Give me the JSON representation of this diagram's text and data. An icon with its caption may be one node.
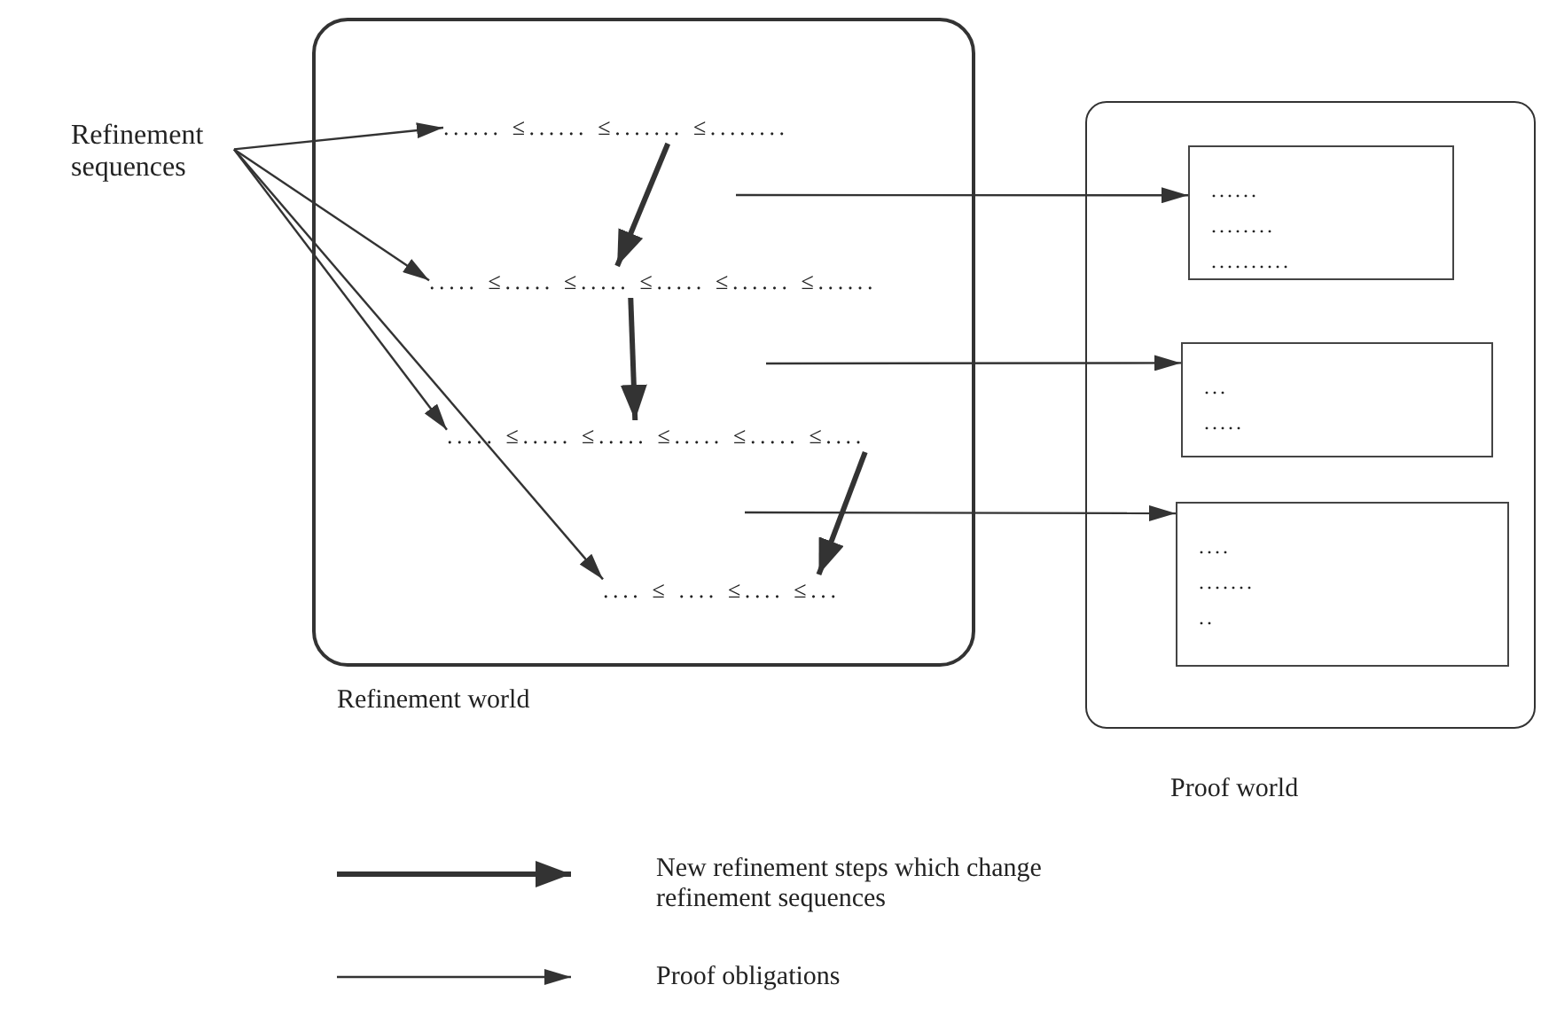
{
  "diagram": {
    "nodes": [
      {
        "text": [
          "Refinement world"
        ]
      },
      {
        "text": [
          "...... ≤...... ≤....... ≤........"
        ],
        "in": 0
      },
      {
        "text": [
          "..... ≤..... ≤..... ≤..... ≤...... ≤......"
        ],
        "in": 0
      },
      {
        "text": [
          "..... ≤..... ≤..... ≤..... ≤..... ≤...."
        ],
        "in": 0
      },
      {
        "text": [
          ".... ≤ .... ≤.... ≤..."
        ],
        "in": 0
      },
      {
        "text": [
          "Refinement sequences"
        ]
      },
      {
        "text": [
          "Proof world"
        ]
      },
      {
        "text": [
          "......",
          "........",
          ".........."
        ],
        "in": 6
      },
      {
        "text": [
          "...",
          "....."
        ],
        "in": 6
      },
      {
        "text": [
          "....",
          ".......",
          ".."
        ],
        "in": 6
      }
    ],
    "edges": [
      {
        "from": 5,
        "to": 1,
        "arrow": "to"
      },
      {
        "from": 5,
        "to": 2,
        "arrow": "to"
      },
      {
        "from": 5,
        "to": 3,
        "arrow": "to"
      },
      {
        "from": 5,
        "to": 4,
        "arrow": "to"
      },
      {
        "from": 1,
        "to": 2,
        "arrow": "to",
        "style": "thick"
      },
      {
        "from": 2,
        "to": 3,
        "arrow": "to",
        "style": "thick"
      },
      {
        "from": 3,
        "to": 4,
        "arrow": "to",
        "style": "thick"
      },
      {
        "from": null,
        "to": 7,
        "arrow": "to"
      },
      {
        "from": null,
        "to": 8,
        "arrow": "to"
      },
      {
        "from": null,
        "to": 9,
        "arrow": "to"
      }
    ],
    "legend": [
      {
        "text": "New refinement steps which change refinement sequences"
      },
      {
        "text": "Proof obligations"
      }
    ]
  }
}
